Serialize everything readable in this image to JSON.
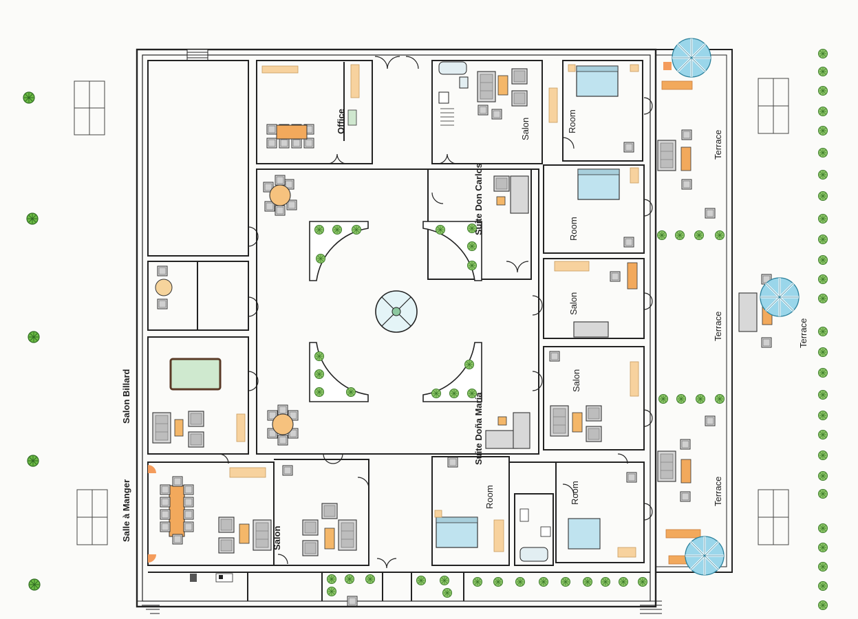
{
  "title": "",
  "colors": {
    "wall": "#222222",
    "tree": "#5aa83a",
    "tree_dark": "#2f6a22",
    "sofa": "#c9c9c9",
    "table": "#f2b26b",
    "bed": "#b9e0ee",
    "pool": "#cfe9cf",
    "umbrella": "#8fd2e6",
    "rug": "#f6cc90"
  },
  "labels": {
    "office": "Office",
    "suite_don_carlos": "Suite Don Carlos",
    "suite_dona_maria": "Suite Doña María",
    "salon_billard": "Salon Billard",
    "salle_a_manger": "Salle à Manger",
    "salon": "Salon",
    "room": "Room",
    "terrace": "Terrace"
  }
}
